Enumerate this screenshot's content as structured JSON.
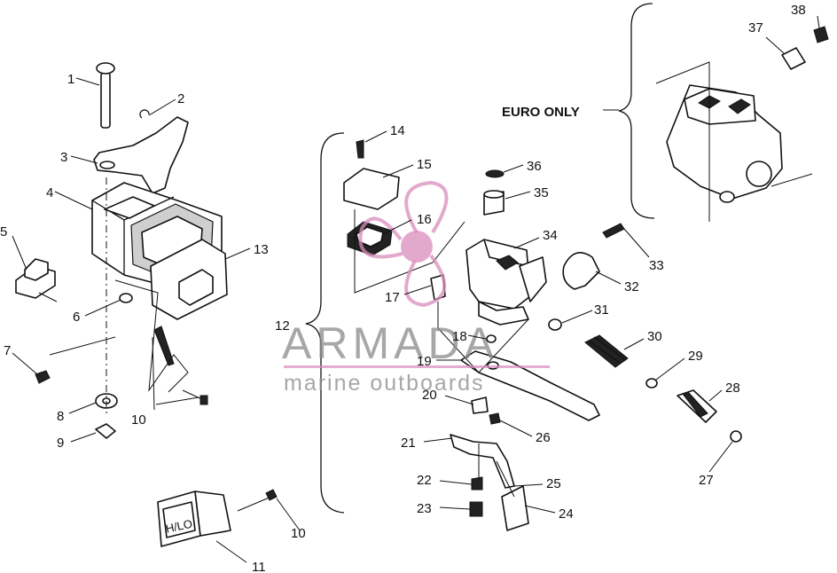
{
  "diagram": {
    "callouts": [
      {
        "id": "1",
        "label": "1"
      },
      {
        "id": "2",
        "label": "2"
      },
      {
        "id": "3",
        "label": "3"
      },
      {
        "id": "4",
        "label": "4"
      },
      {
        "id": "5",
        "label": "5"
      },
      {
        "id": "6",
        "label": "6"
      },
      {
        "id": "7",
        "label": "7"
      },
      {
        "id": "8",
        "label": "8"
      },
      {
        "id": "9",
        "label": "9"
      },
      {
        "id": "10a",
        "label": "10"
      },
      {
        "id": "10b",
        "label": "10"
      },
      {
        "id": "11",
        "label": "11"
      },
      {
        "id": "12",
        "label": "12"
      },
      {
        "id": "13",
        "label": "13"
      },
      {
        "id": "14",
        "label": "14"
      },
      {
        "id": "15",
        "label": "15"
      },
      {
        "id": "16",
        "label": "16"
      },
      {
        "id": "17",
        "label": "17"
      },
      {
        "id": "18",
        "label": "18"
      },
      {
        "id": "19",
        "label": "19"
      },
      {
        "id": "20",
        "label": "20"
      },
      {
        "id": "21",
        "label": "21"
      },
      {
        "id": "22",
        "label": "22"
      },
      {
        "id": "23",
        "label": "23"
      },
      {
        "id": "24",
        "label": "24"
      },
      {
        "id": "25",
        "label": "25"
      },
      {
        "id": "26",
        "label": "26"
      },
      {
        "id": "27",
        "label": "27"
      },
      {
        "id": "28",
        "label": "28"
      },
      {
        "id": "29",
        "label": "29"
      },
      {
        "id": "30",
        "label": "30"
      },
      {
        "id": "31",
        "label": "31"
      },
      {
        "id": "32",
        "label": "32"
      },
      {
        "id": "33",
        "label": "33"
      },
      {
        "id": "34",
        "label": "34"
      },
      {
        "id": "35",
        "label": "35"
      },
      {
        "id": "36",
        "label": "36"
      },
      {
        "id": "37",
        "label": "37"
      },
      {
        "id": "38",
        "label": "38"
      }
    ],
    "euro_note": "EURO ONLY",
    "switch_text": "H/LO"
  },
  "watermark": {
    "brand": "ARMADA",
    "tagline": "marine outboards",
    "accent_color": "#d98cbc"
  }
}
